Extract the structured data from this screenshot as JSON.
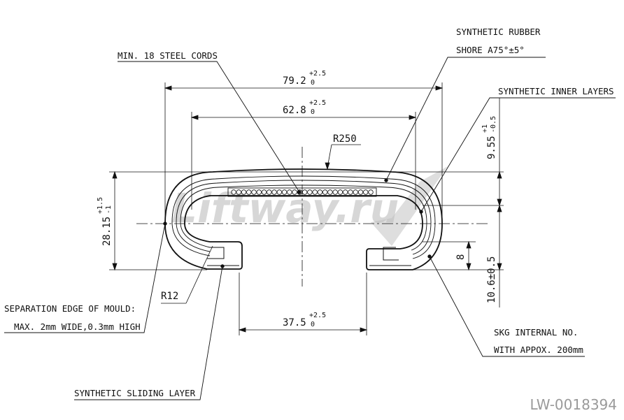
{
  "labels": {
    "steel_cords": "MIN. 18 STEEL CORDS",
    "rubber_line1": "SYNTHETIC RUBBER",
    "rubber_line2": "SHORE A75°±5°",
    "inner_layers": "SYNTHETIC INNER LAYERS",
    "separation_line1": "SEPARATION EDGE OF MOULD:",
    "separation_line2": "MAX. 2mm WIDE,0.3mm HIGH",
    "sliding_layer": "SYNTHETIC SLIDING LAYER",
    "skg_line1": "SKG INTERNAL NO.",
    "skg_line2": "WITH APPOX. 200mm"
  },
  "dimensions": {
    "width_outer": {
      "value": "79.2",
      "tol_plus": "+2.5",
      "tol_minus": "0"
    },
    "width_inner": {
      "value": "62.8",
      "tol_plus": "+2.5",
      "tol_minus": "0"
    },
    "width_opening": {
      "value": "37.5",
      "tol_plus": "+2.5",
      "tol_minus": "0"
    },
    "height_total": {
      "value": "28.15",
      "tol_plus": "+1.5",
      "tol_minus": "-1"
    },
    "height_top": {
      "value": "9.55",
      "tol_plus": "+1",
      "tol_minus": "-0.5"
    },
    "height_bottom": "10.6±0.5",
    "lip_height": "8",
    "radius_top": "R250",
    "radius_corner": "R12"
  },
  "watermark": "Liftway.ru",
  "drawing_code": "LW-0018394"
}
